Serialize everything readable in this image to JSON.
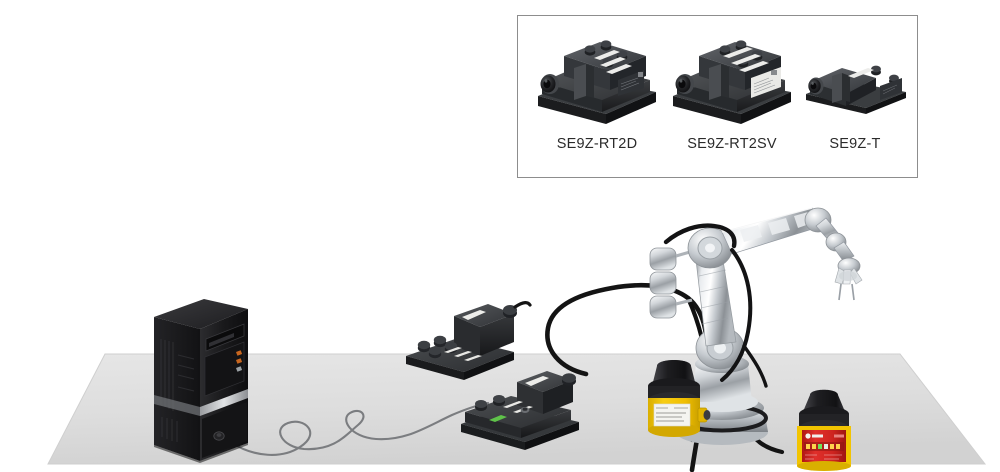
{
  "scene": {
    "title": "SE9Z safety sensor system application diagram",
    "background_color": "#ffffff",
    "floor_color": "#dcdcdc",
    "floor_edge_color": "#c9c9c9"
  },
  "product_inset": {
    "border_color": "#8d8d8d",
    "background": "#ffffff",
    "products": [
      {
        "id": "se9z-rt2d",
        "label": "SE9Z-RT2D",
        "body_color": "#3a3c3e",
        "size": "large"
      },
      {
        "id": "se9z-rt2sv",
        "label": "SE9Z-RT2SV",
        "body_color": "#3a3c3e",
        "size": "large"
      },
      {
        "id": "se9z-t",
        "label": "SE9Z-T",
        "body_color": "#3a3c3e",
        "size": "small"
      }
    ]
  },
  "devices": {
    "pc_tower": {
      "name": "Desktop PC tower",
      "body_color": "#1b1b1d",
      "accent_color": "#b9bbbd"
    },
    "junction_box": {
      "name": "Sensor junction box",
      "body_color": "#2f3133"
    },
    "se9z_module": {
      "name": "SE9Z receiver module",
      "body_color": "#333537",
      "led_color": "#5fc24a"
    },
    "robot_arm": {
      "name": "6-axis articulated robot arm",
      "body_color": "#c9ccd0",
      "highlight_color": "#ffffff"
    },
    "scanner_yellow": {
      "name": "Safety laser scanner (yellow)",
      "body_color": "#f2c400",
      "dome_color": "#2a2a2a",
      "label_color": "#f2f2ef"
    },
    "scanner_red": {
      "name": "Safety laser scanner (red)",
      "body_color": "#d8231f",
      "trim_color": "#f2c400",
      "dome_color": "#2a2a2a"
    }
  },
  "cables": {
    "data_cable": {
      "name": "PC data cable",
      "color": "#7b7d80"
    },
    "power_cable": {
      "name": "Scanner cable",
      "color": "#141414"
    }
  }
}
